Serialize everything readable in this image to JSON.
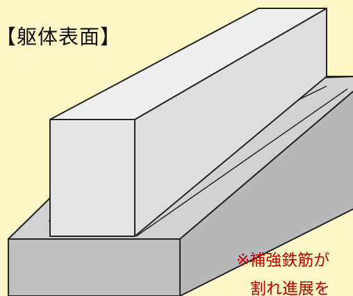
{
  "section_title": "【躯体表面】",
  "note_line_1": "※補強鉄筋が",
  "note_line_2": "割れ進展を",
  "colors": {
    "background": "#fdf7c8",
    "beam_face": "#e6e6e6",
    "beam_side": "#dcdcdc",
    "beam_top": "#f0f0f0",
    "base_front": "#bdbdbd",
    "base_top": "#cfcfcf",
    "outline": "#222222",
    "note_text": "#c00000"
  }
}
